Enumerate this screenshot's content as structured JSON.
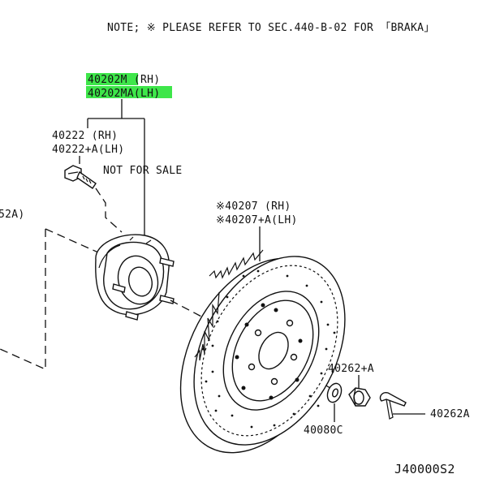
{
  "note": "NOTE; ※ PLEASE REFER TO SEC.440-B-02 FOR 「BRAKA」",
  "hub_labels": {
    "rh": "40202M  (RH)",
    "lh": "40202MA(LH)"
  },
  "bolt_labels": {
    "rh": "40222   (RH)",
    "lh": "40222+A(LH)"
  },
  "not_for_sale": "NOT FOR SALE",
  "side_ref": "52A)",
  "rotor_labels": {
    "rh": "※40207    (RH)",
    "lh": "※40207+A(LH)"
  },
  "nut_label": "40262+A",
  "washer_label": "40080C",
  "pin_label": "40262A",
  "diagram_id": "J40000S2",
  "colors": {
    "highlight": "#3ee64a",
    "ink": "#111111",
    "background": "#ffffff"
  }
}
